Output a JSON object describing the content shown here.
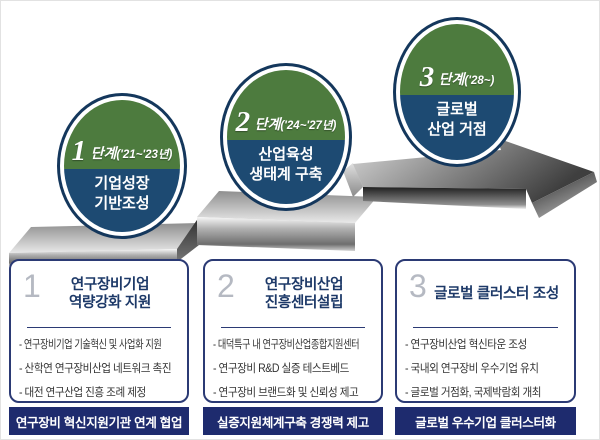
{
  "stages": [
    {
      "num": "1",
      "phase_label": "단계",
      "period": "('21~'23년)",
      "label_line1": "기업성장",
      "label_line2": "기반조성"
    },
    {
      "num": "2",
      "phase_label": "단계",
      "period": "('24~'27년)",
      "label_line1": "산업육성",
      "label_line2": "생태계 구축"
    },
    {
      "num": "3",
      "phase_label": "단계",
      "period": "('28~)",
      "label_line1": "글로벌",
      "label_line2": "산업 거점"
    }
  ],
  "boxes": [
    {
      "num": "1",
      "title_lines": [
        "연구장비기업",
        "역량강화 지원"
      ],
      "bullets": [
        "연구장비기업 기술혁신 및 사업화 지원",
        "산학연 연구장비산업 네트워크 촉진",
        "대전 연구산업 진흥 조례 제정"
      ],
      "footer": "연구장비 혁신지원기관 연계 협업"
    },
    {
      "num": "2",
      "title_lines": [
        "연구장비산업",
        "진흥센터설립"
      ],
      "bullets": [
        "대덕특구 내 연구장비산업종합지원센터",
        "연구장비 R&D 실증 테스트베드",
        "연구장비 브랜드화 및 신뢰성 제고"
      ],
      "footer": "실증지원체계구축 경쟁력 제고"
    },
    {
      "num": "3",
      "title_lines": [
        "글로벌 클러스터 조성"
      ],
      "bullets": [
        "연구장비산업 혁신타운 조성",
        "국내외 연구장비 우수기업 유치",
        "글로벌 거점화, 국제박람회 개최"
      ],
      "footer": "글로벌 우수기업 클러스터화"
    }
  ],
  "colors": {
    "stage_green": "#4d7b3e",
    "stage_navy": "#1d4a72",
    "stage_outer_ring": "#14375c",
    "box_border": "#2b3a74",
    "box_title": "#1d3968",
    "footer_bg": "#1e2b6e",
    "number_gray": "#b5b9c2"
  }
}
